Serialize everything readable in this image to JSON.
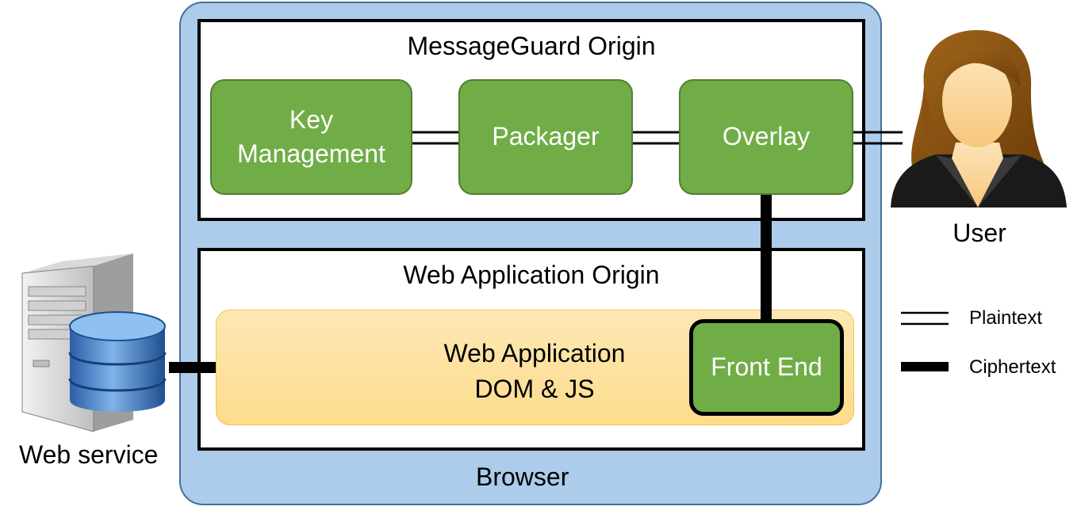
{
  "browser": {
    "label": "Browser"
  },
  "messageguard_origin": {
    "title": "MessageGuard Origin",
    "components": {
      "key_management": "Key Management",
      "packager": "Packager",
      "overlay": "Overlay"
    }
  },
  "web_application_origin": {
    "title": "Web Application Origin",
    "web_application": {
      "line1": "Web Application",
      "line2": "DOM & JS"
    },
    "front_end": "Front End"
  },
  "user": {
    "label": "User"
  },
  "web_service": {
    "label": "Web service"
  },
  "legend": {
    "plaintext": "Plaintext",
    "ciphertext": "Ciphertext"
  },
  "colors": {
    "browser_fill": "#adcbea",
    "component_green": "#70ad47",
    "web_app_fill": "#fddc8c"
  }
}
